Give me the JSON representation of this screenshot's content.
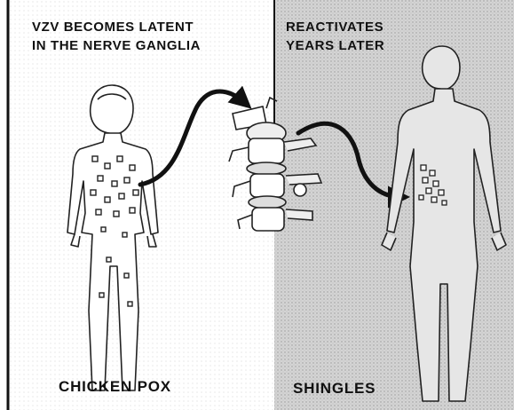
{
  "panels": {
    "left": {
      "heading_lines": [
        "VZV BECOMES LATENT",
        "IN THE NERVE GANGLIA"
      ],
      "caption": "CHICKEN POX",
      "background": "#ffffff"
    },
    "right": {
      "heading_lines": [
        "REACTIVATES",
        "YEARS LATER"
      ],
      "caption": "SHINGLES",
      "background": "#cfcfcf"
    }
  },
  "colors": {
    "ink": "#111111",
    "divider": "#111111"
  },
  "icons": [
    "child-figure-icon",
    "spine-ganglia-icon",
    "adult-figure-icon",
    "arrow-icon"
  ]
}
